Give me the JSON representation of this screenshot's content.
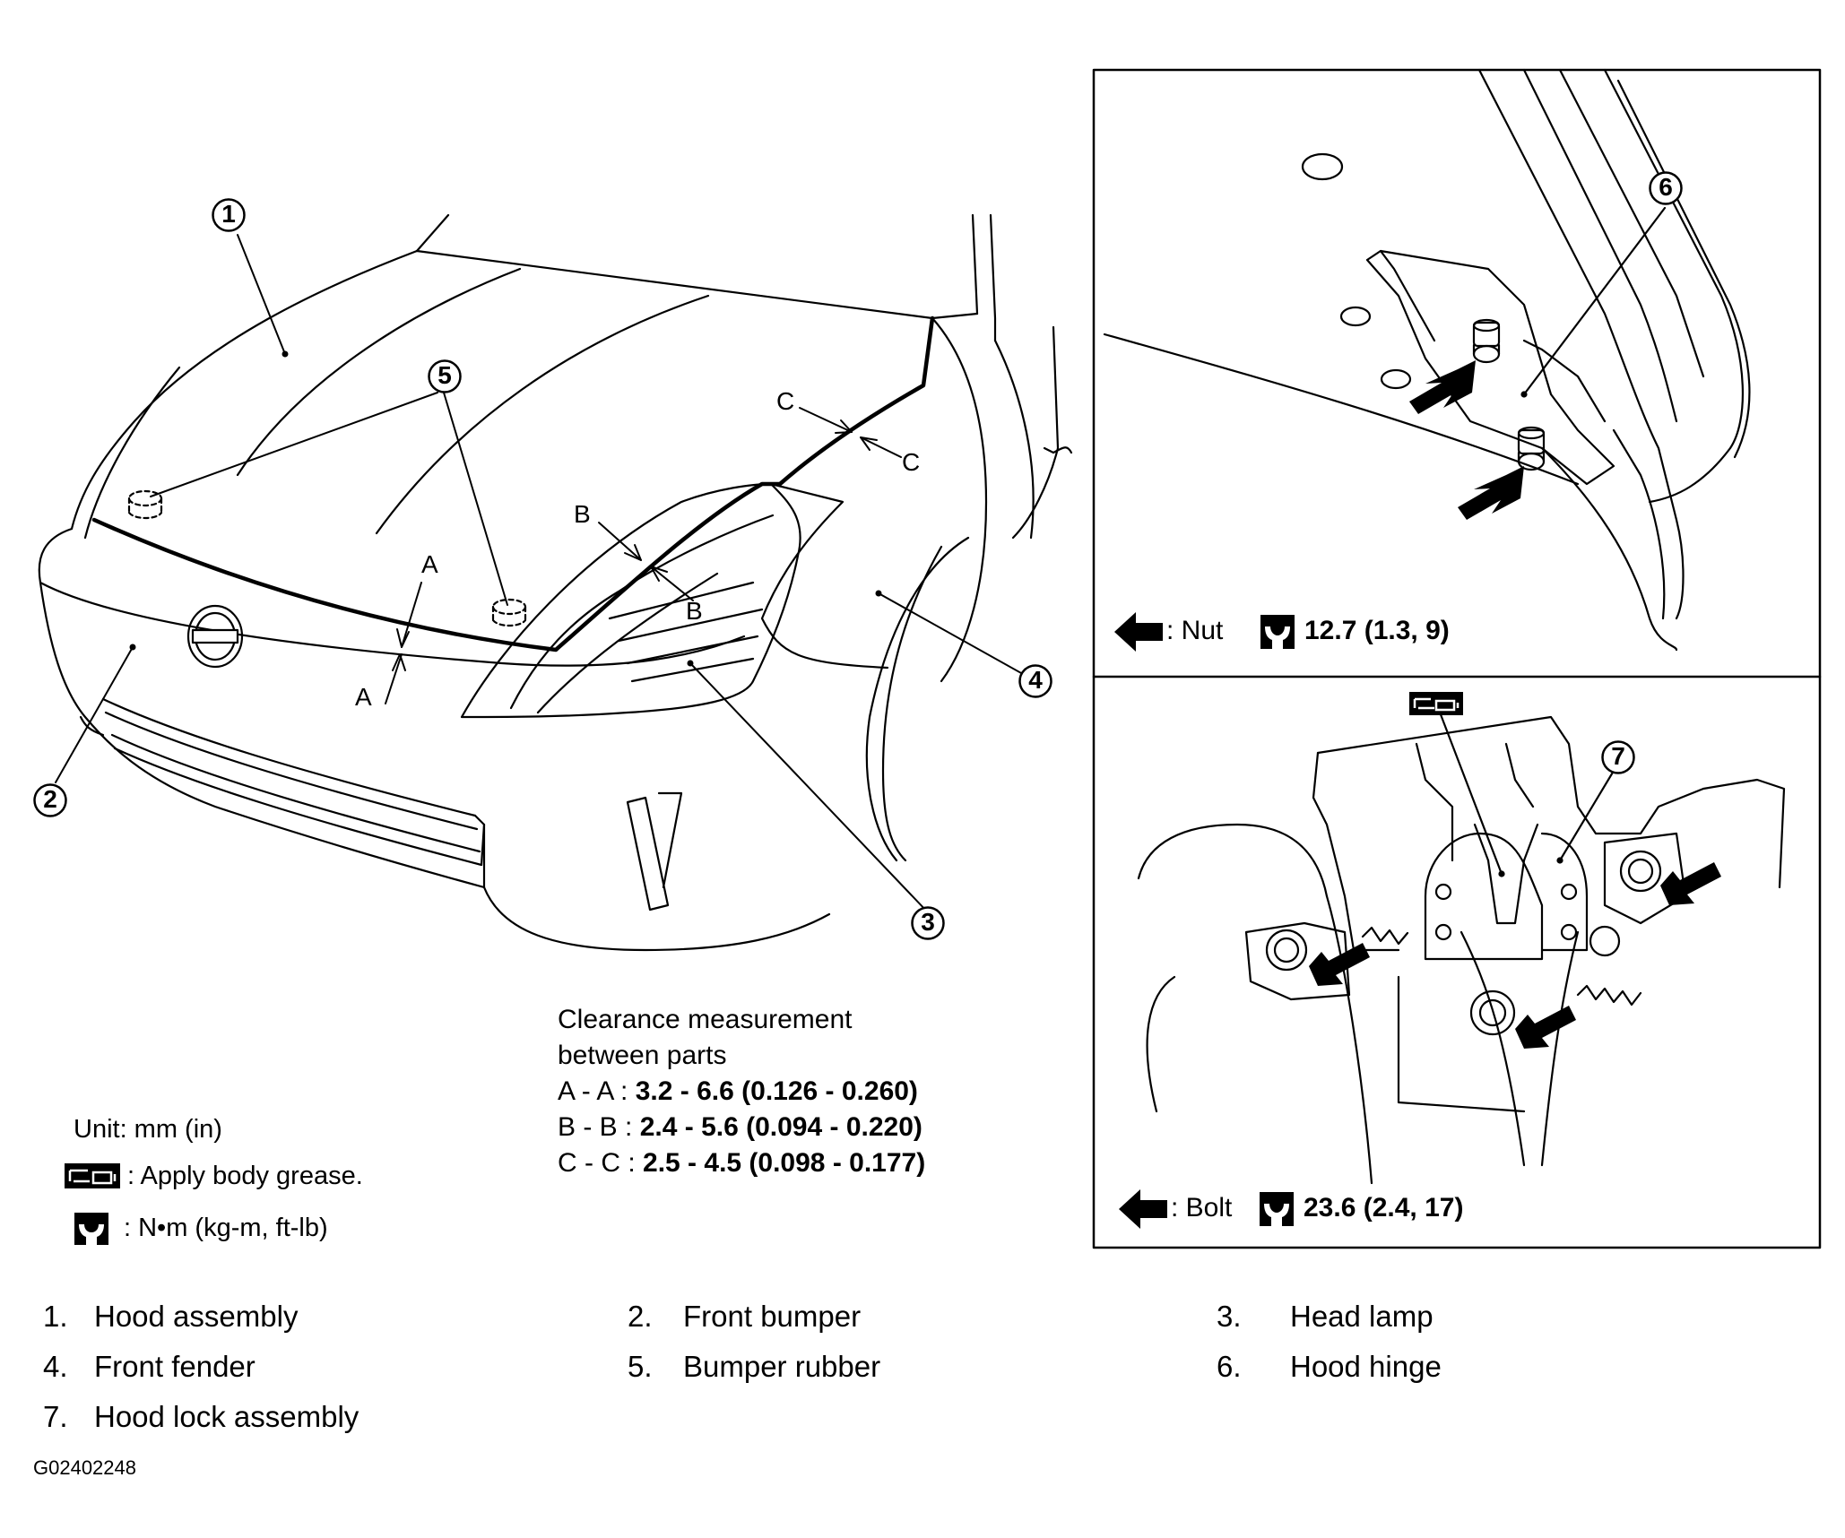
{
  "callouts": [
    "1",
    "2",
    "3",
    "4",
    "5",
    "6",
    "7"
  ],
  "gap_letters": {
    "a": "A",
    "b": "B",
    "c": "C"
  },
  "clearance": {
    "heading_line1": "Clearance measurement",
    "heading_line2": "between parts",
    "rows": [
      {
        "label": "A - A :",
        "value": "3.2 - 6.6 (0.126 - 0.260)"
      },
      {
        "label": "B - B :",
        "value": "2.4 - 5.6 (0.094 - 0.220)"
      },
      {
        "label": "C - C :",
        "value": "2.5 - 4.5 (0.098 - 0.177)"
      }
    ]
  },
  "units": {
    "unit_text": "Unit: mm (in)",
    "grease_text": ": Apply body grease.",
    "torque_text": ":  N•m  (kg-m,  ft-lb)"
  },
  "panels": {
    "hinge": {
      "fastener": ": Nut",
      "torque": "12.7 (1.3, 9)"
    },
    "lock": {
      "fastener": ": Bolt",
      "torque": "23.6 (2.4, 17)"
    }
  },
  "legend": [
    {
      "num": "1.",
      "label": "Hood assembly"
    },
    {
      "num": "2.",
      "label": "Front bumper"
    },
    {
      "num": "3.",
      "label": "Head lamp"
    },
    {
      "num": "4.",
      "label": "Front fender"
    },
    {
      "num": "5.",
      "label": "Bumper rubber"
    },
    {
      "num": "6.",
      "label": "Hood hinge"
    },
    {
      "num": "7.",
      "label": "Hood lock assembly"
    }
  ],
  "figure_code": "G02402248",
  "icons": [
    "arrow-left-icon",
    "torque-wrench-icon",
    "grease-gun-icon"
  ]
}
